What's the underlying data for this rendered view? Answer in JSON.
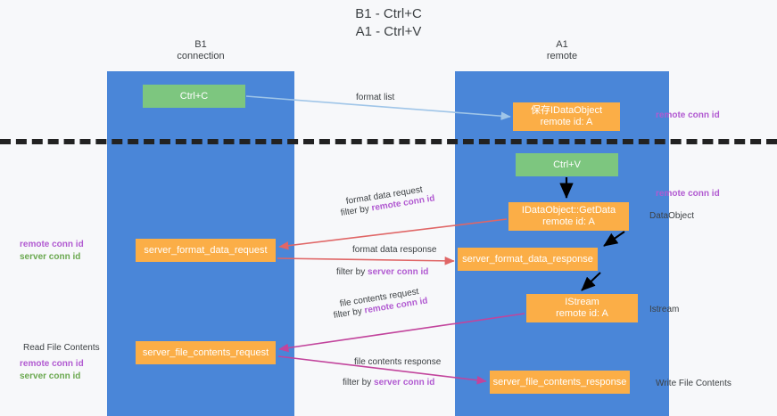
{
  "title": {
    "line1": "B1 - Ctrl+C",
    "line2": "A1 - Ctrl+V"
  },
  "lanes": [
    {
      "id": "b1",
      "name": "B1",
      "sub": "connection",
      "color": "#4a86d8"
    },
    {
      "id": "a1",
      "name": "A1",
      "sub": "remote",
      "color": "#4a86d8"
    }
  ],
  "colors": {
    "lane": "#4a86d8",
    "green_box": "#7dc67f",
    "orange_box": "#fbae47",
    "highlight_purple": "#b15ad1",
    "highlight_green": "#6aa84f",
    "arrow_blue": "#9fc5e8",
    "arrow_red": "#e06666",
    "arrow_magenta": "#c2449c",
    "arrow_black": "#000000",
    "page_bg": "#f7f8fa"
  },
  "boxes": {
    "ctrl_c": {
      "label": "Ctrl+C",
      "style": "green"
    },
    "dataobject_save": {
      "line1": "保存IDataObject",
      "line2": "remote id: A",
      "style": "orange"
    },
    "ctrl_v": {
      "label": "Ctrl+V",
      "style": "green"
    },
    "getdata": {
      "line1": "IDataObject::GetData",
      "line2": "remote id: A",
      "style": "orange"
    },
    "server_format_data_request": {
      "label": "server_format_data_request",
      "style": "orange"
    },
    "server_format_data_response": {
      "label": "server_format_data_response",
      "style": "orange"
    },
    "istream": {
      "line1": "IStream",
      "line2": "remote id: A",
      "style": "orange"
    },
    "server_file_contents_request": {
      "label": "server_file_contents_request",
      "style": "orange"
    },
    "server_file_contents_response": {
      "label": "server_file_contents_response",
      "style": "orange"
    }
  },
  "edge_labels": {
    "format_list": "format list",
    "format_data_request": "format data request",
    "format_data_request_filter_prefix": "filter by ",
    "format_data_request_filter_key": "remote conn id",
    "format_data_response": "format data response",
    "format_data_response_filter_prefix": "filter by ",
    "format_data_response_filter_key": "server conn id",
    "file_contents_request": "file contents request",
    "file_contents_request_filter_prefix": "filter by ",
    "file_contents_request_filter_key": "remote conn id",
    "file_contents_response": "file contents response",
    "file_contents_response_filter_prefix": "filter by ",
    "file_contents_response_filter_key": "server conn id"
  },
  "side_labels": {
    "remote_conn_id_top": "remote conn id",
    "remote_conn_id_mid": "remote conn id",
    "dataobject": "DataObject",
    "istream": "Istream",
    "write_file_contents": "Write File Contents",
    "read_file_contents": "Read File Contents",
    "left_remote_conn_id": "remote conn id",
    "left_server_conn_id": "server conn id",
    "left_remote_conn_id_2": "remote conn id",
    "left_server_conn_id_2": "server conn id"
  }
}
